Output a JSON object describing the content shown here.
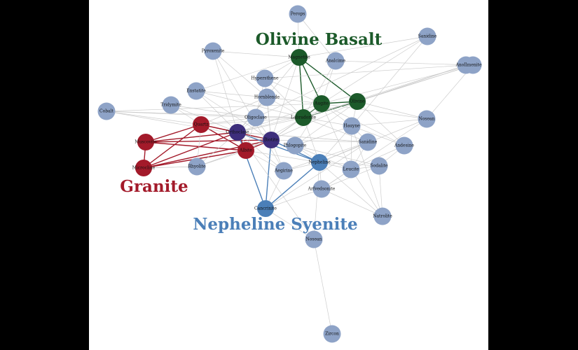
{
  "colors": {
    "background_outer": "#000000",
    "background_canvas": "#ffffff",
    "node_default": "#8ea3c7",
    "granite": "#a31a2a",
    "olivine_basalt": "#1c5a2a",
    "nepheline_syenite": "#4b7fb8",
    "shared": "#3d2e7c",
    "edge_default": "#c8c8c8"
  },
  "group_labels": [
    {
      "id": "olivine",
      "text": "Olivine Basalt",
      "color": "#1c5a2a"
    },
    {
      "id": "granite",
      "text": "Granite",
      "color": "#a31a2a"
    },
    {
      "id": "syenite",
      "text": "Nepheline Syenite",
      "color": "#4b7fb8"
    }
  ],
  "nodes": [
    {
      "id": "perops",
      "label": "Perops",
      "group": "default"
    },
    {
      "id": "sanidine",
      "label": "Sanidine",
      "group": "default"
    },
    {
      "id": "pyroxenite",
      "label": "Pyroxenite",
      "group": "default"
    },
    {
      "id": "anorthite",
      "label": "Anorthite",
      "group": "default"
    },
    {
      "id": "magnetite",
      "label": "Magnetite",
      "group": "olivine"
    },
    {
      "id": "analcime",
      "label": "Analcime",
      "group": "default"
    },
    {
      "id": "hypersthene",
      "label": "Hypersthene",
      "group": "default"
    },
    {
      "id": "enstatite",
      "label": "Enstatite",
      "group": "default"
    },
    {
      "id": "hornblende",
      "label": "Hornblende",
      "group": "default"
    },
    {
      "id": "augite",
      "label": "Augite",
      "group": "olivine"
    },
    {
      "id": "olivine_n",
      "label": "Olivine",
      "group": "olivine"
    },
    {
      "id": "tridymite",
      "label": "Tridymite",
      "group": "default"
    },
    {
      "id": "cobalt",
      "label": "Cobalt",
      "group": "default"
    },
    {
      "id": "oligoclase",
      "label": "Oligoclase",
      "group": "default"
    },
    {
      "id": "labradorite",
      "label": "Labradorite",
      "group": "olivine"
    },
    {
      "id": "nosean",
      "label": "Nosean",
      "group": "default"
    },
    {
      "id": "hauyne",
      "label": "Hauyne",
      "group": "default"
    },
    {
      "id": "quartz",
      "label": "Quartz",
      "group": "granite"
    },
    {
      "id": "orthoclase",
      "label": "Orthoclase",
      "group": "shared"
    },
    {
      "id": "muscovite",
      "label": "Muscovite",
      "group": "granite"
    },
    {
      "id": "biotite",
      "label": "Biotite",
      "group": "shared"
    },
    {
      "id": "albite",
      "label": "Albite",
      "group": "granite"
    },
    {
      "id": "sanidine2",
      "label": "Sanidine",
      "group": "default"
    },
    {
      "id": "phlogopite",
      "label": "Phlogopite",
      "group": "default"
    },
    {
      "id": "andesine",
      "label": "Andesine",
      "group": "default"
    },
    {
      "id": "microcline",
      "label": "Microcline",
      "group": "granite"
    },
    {
      "id": "rhyolite",
      "label": "Rhyolite",
      "group": "default"
    },
    {
      "id": "nepheline",
      "label": "Nepheline",
      "group": "syenite"
    },
    {
      "id": "leucite",
      "label": "Leucite",
      "group": "default"
    },
    {
      "id": "sodalite",
      "label": "Sodalite",
      "group": "default"
    },
    {
      "id": "aegirine",
      "label": "Aegirine",
      "group": "default"
    },
    {
      "id": "arfvedsonite",
      "label": "Arfvedsonite",
      "group": "default"
    },
    {
      "id": "natrolite",
      "label": "Natrolite",
      "group": "default"
    },
    {
      "id": "cancrinite",
      "label": "Cancrinite",
      "group": "syenite"
    },
    {
      "id": "nosean2",
      "label": "Nosean",
      "group": "default"
    },
    {
      "id": "zircon",
      "label": "Zircon",
      "group": "default"
    },
    {
      "id": "ilmenite",
      "label": "Ilmenite",
      "group": "default"
    }
  ],
  "edges": [
    {
      "s": "quartz",
      "t": "orthoclase",
      "group": "granite"
    },
    {
      "s": "quartz",
      "t": "muscovite",
      "group": "granite"
    },
    {
      "s": "quartz",
      "t": "microcline",
      "group": "granite"
    },
    {
      "s": "quartz",
      "t": "biotite",
      "group": "granite"
    },
    {
      "s": "quartz",
      "t": "albite",
      "group": "granite"
    },
    {
      "s": "muscovite",
      "t": "microcline",
      "group": "granite"
    },
    {
      "s": "muscovite",
      "t": "albite",
      "group": "granite"
    },
    {
      "s": "muscovite",
      "t": "biotite",
      "group": "granite"
    },
    {
      "s": "muscovite",
      "t": "orthoclase",
      "group": "granite"
    },
    {
      "s": "microcline",
      "t": "albite",
      "group": "granite"
    },
    {
      "s": "microcline",
      "t": "orthoclase",
      "group": "granite"
    },
    {
      "s": "microcline",
      "t": "biotite",
      "group": "granite"
    },
    {
      "s": "orthoclase",
      "t": "albite",
      "group": "granite"
    },
    {
      "s": "albite",
      "t": "biotite",
      "group": "granite"
    },
    {
      "s": "magnetite",
      "t": "augite",
      "group": "olivine"
    },
    {
      "s": "magnetite",
      "t": "olivine_n",
      "group": "olivine"
    },
    {
      "s": "magnetite",
      "t": "labradorite",
      "group": "olivine"
    },
    {
      "s": "augite",
      "t": "olivine_n",
      "group": "olivine"
    },
    {
      "s": "augite",
      "t": "labradorite",
      "group": "olivine"
    },
    {
      "s": "olivine_n",
      "t": "labradorite",
      "group": "olivine"
    },
    {
      "s": "biotite",
      "t": "cancrinite",
      "group": "syenite"
    },
    {
      "s": "biotite",
      "t": "nepheline",
      "group": "syenite"
    },
    {
      "s": "orthoclase",
      "t": "nepheline",
      "group": "syenite"
    },
    {
      "s": "orthoclase",
      "t": "cancrinite",
      "group": "syenite"
    },
    {
      "s": "nepheline",
      "t": "cancrinite",
      "group": "syenite"
    },
    {
      "s": "perops",
      "t": "magnetite",
      "group": "default"
    },
    {
      "s": "perops",
      "t": "analcime",
      "group": "default"
    },
    {
      "s": "sanidine",
      "t": "magnetite",
      "group": "default"
    },
    {
      "s": "sanidine",
      "t": "augite",
      "group": "default"
    },
    {
      "s": "sanidine",
      "t": "hauyne",
      "group": "default"
    },
    {
      "s": "sanidine",
      "t": "oligoclase",
      "group": "default"
    },
    {
      "s": "anorthite",
      "t": "olivine_n",
      "group": "default"
    },
    {
      "s": "anorthite",
      "t": "labradorite",
      "group": "default"
    },
    {
      "s": "anorthite",
      "t": "hypersthene",
      "group": "default"
    },
    {
      "s": "pyroxenite",
      "t": "magnetite",
      "group": "default"
    },
    {
      "s": "pyroxenite",
      "t": "hornblende",
      "group": "default"
    },
    {
      "s": "pyroxenite",
      "t": "aegirine",
      "group": "default"
    },
    {
      "s": "pyroxenite",
      "t": "orthoclase",
      "group": "default"
    },
    {
      "s": "hypersthene",
      "t": "magnetite",
      "group": "default"
    },
    {
      "s": "hypersthene",
      "t": "augite",
      "group": "default"
    },
    {
      "s": "hypersthene",
      "t": "labradorite",
      "group": "default"
    },
    {
      "s": "hypersthene",
      "t": "oligoclase",
      "group": "default"
    },
    {
      "s": "hypersthene",
      "t": "biotite",
      "group": "default"
    },
    {
      "s": "enstatite",
      "t": "magnetite",
      "group": "default"
    },
    {
      "s": "enstatite",
      "t": "hornblende",
      "group": "default"
    },
    {
      "s": "enstatite",
      "t": "biotite",
      "group": "default"
    },
    {
      "s": "enstatite",
      "t": "labradorite",
      "group": "default"
    },
    {
      "s": "enstatite",
      "t": "orthoclase",
      "group": "default"
    },
    {
      "s": "hornblende",
      "t": "labradorite",
      "group": "default"
    },
    {
      "s": "hornblende",
      "t": "augite",
      "group": "default"
    },
    {
      "s": "hornblende",
      "t": "biotite",
      "group": "default"
    },
    {
      "s": "hornblende",
      "t": "orthoclase",
      "group": "default"
    },
    {
      "s": "hornblende",
      "t": "quartz",
      "group": "default"
    },
    {
      "s": "tridymite",
      "t": "quartz",
      "group": "default"
    },
    {
      "s": "tridymite",
      "t": "oligoclase",
      "group": "default"
    },
    {
      "s": "tridymite",
      "t": "orthoclase",
      "group": "default"
    },
    {
      "s": "cobalt",
      "t": "quartz",
      "group": "default"
    },
    {
      "s": "cobalt",
      "t": "oligoclase",
      "group": "default"
    },
    {
      "s": "cobalt",
      "t": "labradorite",
      "group": "default"
    },
    {
      "s": "cobalt",
      "t": "biotite",
      "group": "default"
    },
    {
      "s": "cobalt",
      "t": "augite",
      "group": "default"
    },
    {
      "s": "oligoclase",
      "t": "orthoclase",
      "group": "default"
    },
    {
      "s": "oligoclase",
      "t": "biotite",
      "group": "default"
    },
    {
      "s": "oligoclase",
      "t": "albite",
      "group": "default"
    },
    {
      "s": "oligoclase",
      "t": "labradorite",
      "group": "default"
    },
    {
      "s": "oligoclase",
      "t": "quartz",
      "group": "default"
    },
    {
      "s": "labradorite",
      "t": "biotite",
      "group": "default"
    },
    {
      "s": "labradorite",
      "t": "orthoclase",
      "group": "default"
    },
    {
      "s": "labradorite",
      "t": "sanidine2",
      "group": "default"
    },
    {
      "s": "labradorite",
      "t": "hauyne",
      "group": "default"
    },
    {
      "s": "labradorite",
      "t": "nepheline",
      "group": "default"
    },
    {
      "s": "ilmenite",
      "t": "augite",
      "group": "default"
    },
    {
      "s": "ilmenite",
      "t": "olivine_n",
      "group": "default"
    },
    {
      "s": "ilmenite",
      "t": "analcime",
      "group": "default"
    },
    {
      "s": "ilmenite",
      "t": "labradorite",
      "group": "default"
    },
    {
      "s": "ilmenite",
      "t": "nosean",
      "group": "default"
    },
    {
      "s": "nosean",
      "t": "augite",
      "group": "default"
    },
    {
      "s": "nosean",
      "t": "hauyne",
      "group": "default"
    },
    {
      "s": "nosean",
      "t": "leucite",
      "group": "default"
    },
    {
      "s": "nosean",
      "t": "nepheline",
      "group": "default"
    },
    {
      "s": "nosean",
      "t": "olivine_n",
      "group": "default"
    },
    {
      "s": "hauyne",
      "t": "olivine_n",
      "group": "default"
    },
    {
      "s": "hauyne",
      "t": "augite",
      "group": "default"
    },
    {
      "s": "hauyne",
      "t": "leucite",
      "group": "default"
    },
    {
      "s": "hauyne",
      "t": "nepheline",
      "group": "default"
    },
    {
      "s": "hauyne",
      "t": "sanidine2",
      "group": "default"
    },
    {
      "s": "phlogopite",
      "t": "olivine_n",
      "group": "default"
    },
    {
      "s": "phlogopite",
      "t": "augite",
      "group": "default"
    },
    {
      "s": "phlogopite",
      "t": "leucite",
      "group": "default"
    },
    {
      "s": "phlogopite",
      "t": "sodalite",
      "group": "default"
    },
    {
      "s": "phlogopite",
      "t": "nepheline",
      "group": "default"
    },
    {
      "s": "phlogopite",
      "t": "hauyne",
      "group": "default"
    },
    {
      "s": "andesine",
      "t": "augite",
      "group": "default"
    },
    {
      "s": "andesine",
      "t": "hauyne",
      "group": "default"
    },
    {
      "s": "andesine",
      "t": "leucite",
      "group": "default"
    },
    {
      "s": "andesine",
      "t": "sodalite",
      "group": "default"
    },
    {
      "s": "andesine",
      "t": "olivine_n",
      "group": "default"
    },
    {
      "s": "sanidine2",
      "t": "orthoclase",
      "group": "default"
    },
    {
      "s": "sanidine2",
      "t": "biotite",
      "group": "default"
    },
    {
      "s": "sanidine2",
      "t": "nepheline",
      "group": "default"
    },
    {
      "s": "sanidine2",
      "t": "aegirine",
      "group": "default"
    },
    {
      "s": "sanidine2",
      "t": "leucite",
      "group": "default"
    },
    {
      "s": "rhyolite",
      "t": "quartz",
      "group": "default"
    },
    {
      "s": "rhyolite",
      "t": "albite",
      "group": "default"
    },
    {
      "s": "rhyolite",
      "t": "orthoclase",
      "group": "default"
    },
    {
      "s": "rhyolite",
      "t": "biotite",
      "group": "default"
    },
    {
      "s": "rhyolite",
      "t": "microcline",
      "group": "default"
    },
    {
      "s": "aegirine",
      "t": "nepheline",
      "group": "default"
    },
    {
      "s": "aegirine",
      "t": "orthoclase",
      "group": "default"
    },
    {
      "s": "aegirine",
      "t": "biotite",
      "group": "default"
    },
    {
      "s": "aegirine",
      "t": "albite",
      "group": "default"
    },
    {
      "s": "leucite",
      "t": "nepheline",
      "group": "default"
    },
    {
      "s": "leucite",
      "t": "sodalite",
      "group": "default"
    },
    {
      "s": "leucite",
      "t": "arfvedsonite",
      "group": "default"
    },
    {
      "s": "leucite",
      "t": "augite",
      "group": "default"
    },
    {
      "s": "sodalite",
      "t": "nepheline",
      "group": "default"
    },
    {
      "s": "sodalite",
      "t": "arfvedsonite",
      "group": "default"
    },
    {
      "s": "sodalite",
      "t": "natrolite",
      "group": "default"
    },
    {
      "s": "arfvedsonite",
      "t": "nepheline",
      "group": "default"
    },
    {
      "s": "arfvedsonite",
      "t": "cancrinite",
      "group": "default"
    },
    {
      "s": "arfvedsonite",
      "t": "natrolite",
      "group": "default"
    },
    {
      "s": "arfvedsonite",
      "t": "leucite",
      "group": "default"
    },
    {
      "s": "natrolite",
      "t": "nepheline",
      "group": "default"
    },
    {
      "s": "natrolite",
      "t": "leucite",
      "group": "default"
    },
    {
      "s": "natrolite",
      "t": "hauyne",
      "group": "default"
    },
    {
      "s": "nosean2",
      "t": "cancrinite",
      "group": "default"
    },
    {
      "s": "nosean2",
      "t": "nepheline",
      "group": "default"
    },
    {
      "s": "nosean2",
      "t": "zircon",
      "group": "default"
    },
    {
      "s": "nosean2",
      "t": "orthoclase",
      "group": "default"
    },
    {
      "s": "cancrinite",
      "t": "aegirine",
      "group": "default"
    },
    {
      "s": "cancrinite",
      "t": "sanidine2",
      "group": "default"
    },
    {
      "s": "microcline",
      "t": "rhyolite",
      "group": "default"
    },
    {
      "s": "orthoclase",
      "t": "sanidine2",
      "group": "default"
    },
    {
      "s": "orthoclase",
      "t": "augite",
      "group": "default"
    },
    {
      "s": "orthoclase",
      "t": "olivine_n",
      "group": "default"
    },
    {
      "s": "biotite",
      "t": "augite",
      "group": "default"
    },
    {
      "s": "biotite",
      "t": "olivine_n",
      "group": "default"
    },
    {
      "s": "albite",
      "t": "labradorite",
      "group": "default"
    },
    {
      "s": "albite",
      "t": "nepheline",
      "group": "default"
    },
    {
      "s": "quartz",
      "t": "labradorite",
      "group": "default"
    },
    {
      "s": "magnetite",
      "t": "orthoclase",
      "group": "default"
    },
    {
      "s": "magnetite",
      "t": "biotite",
      "group": "default"
    },
    {
      "s": "analcime",
      "t": "labradorite",
      "group": "default"
    },
    {
      "s": "analcime",
      "t": "augite",
      "group": "default"
    }
  ]
}
